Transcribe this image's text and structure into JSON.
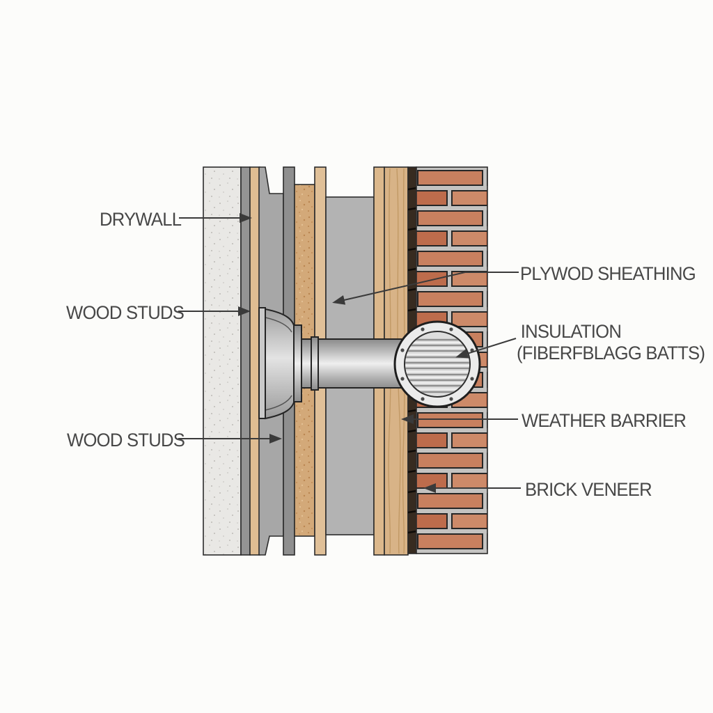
{
  "diagram": {
    "type": "wall-cross-section",
    "labels": {
      "drywall": "DRYWALL",
      "wood_studs_upper": "WOOD STUDS",
      "wood_studs_lower": "WOOD STUDS",
      "plywood_sheathing": "PLYWOD SHEATHING",
      "insulation_line1": "INSULATION",
      "insulation_line2": "(FIBERFBLAGG BATTS)",
      "weather_barrier": "WEATHER BARRIER",
      "brick_veneer": "BRICK VENEER"
    },
    "colors": {
      "background": "#fcfcfa",
      "label_text": "#474747",
      "leader_line": "#3d3d3d",
      "outline": "#2b2b2b",
      "drywall": "#e9e8e5",
      "gray_strip": "#949494",
      "cavity_gray": "#aeaeae",
      "furring_tan": "#dfbd92",
      "osb": "#d3a979",
      "stud_wood": "#d8b387",
      "brick": "#c8805f",
      "mortar": "#c4c3c1",
      "brick_reveal": "#372b20",
      "duct_metal": "#ededed",
      "vent_ring": "#ebebeb"
    }
  }
}
